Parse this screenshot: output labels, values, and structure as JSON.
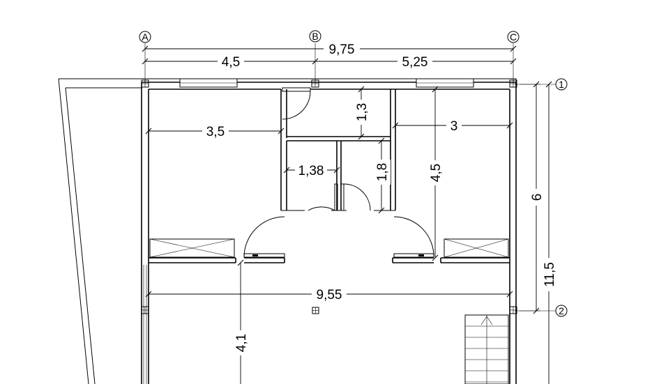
{
  "grid_axes": {
    "columns": [
      "A",
      "B",
      "C"
    ],
    "rows": [
      "1",
      "2"
    ]
  },
  "dimensions": {
    "total_width": "9,75",
    "bay_ab": "4,5",
    "bay_bc": "5,25",
    "room_left_width": "3,5",
    "closet_depth": "1,3",
    "room_right_width": "3",
    "wc_width": "1,38",
    "wc_depth": "1,8",
    "right_room_depth": "4,5",
    "axis_1_2": "6",
    "total_depth": "11,5",
    "hall_width": "9,55",
    "hall_depth": "4,1"
  }
}
